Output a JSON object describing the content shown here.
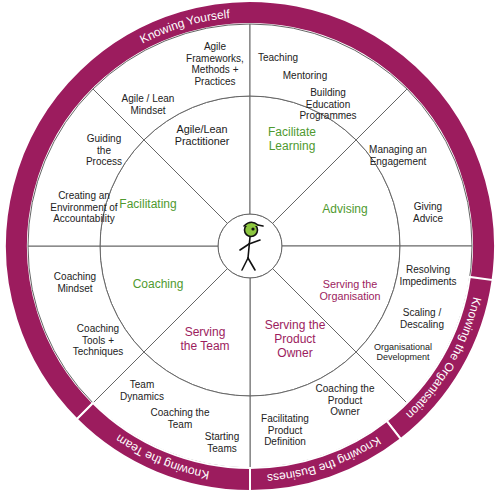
{
  "diagram": {
    "nodes": [
      {
        "text": [
          "Knowing Yourself"
        ]
      },
      {
        "text": [
          "Agile/Lean Practitioner"
        ]
      },
      {
        "text": [
          "Agile Frameworks, Methods + Practices",
          "Agile / Lean Mindset"
        ]
      },
      {
        "text": [
          "Facilitate Learning"
        ]
      },
      {
        "text": [
          "Teaching",
          "Mentoring",
          "Building Education Programmes"
        ]
      },
      {
        "text": [
          "Advising"
        ]
      },
      {
        "text": [
          "Managing an Engagement",
          "Giving Advice"
        ]
      },
      {
        "text": [
          "Serving the Organisation"
        ]
      },
      {
        "text": [
          "Resolving Impediments",
          "Scaling / Descaling",
          "Organisational Development"
        ]
      },
      {
        "text": [
          "Serving the Product Owner"
        ]
      },
      {
        "text": [
          "Coaching the Product Owner",
          "Facilitating Product Definition"
        ]
      },
      {
        "text": [
          "Serving the Team"
        ]
      },
      {
        "text": [
          "Team Dynamics",
          "Coaching the Team",
          "Starting Teams"
        ]
      },
      {
        "text": [
          "Coaching"
        ]
      },
      {
        "text": [
          "Coaching Mindset",
          "Coaching Tools + Techniques"
        ]
      },
      {
        "text": [
          "Facilitating"
        ]
      },
      {
        "text": [
          "Guiding the Process",
          "Creating an Environment of Accountability"
        ]
      },
      {
        "text": [
          "Knowing the Organisation"
        ]
      },
      {
        "text": [
          "Knowing the Business"
        ]
      },
      {
        "text": [
          "Knowing the Team"
        ]
      }
    ]
  }
}
